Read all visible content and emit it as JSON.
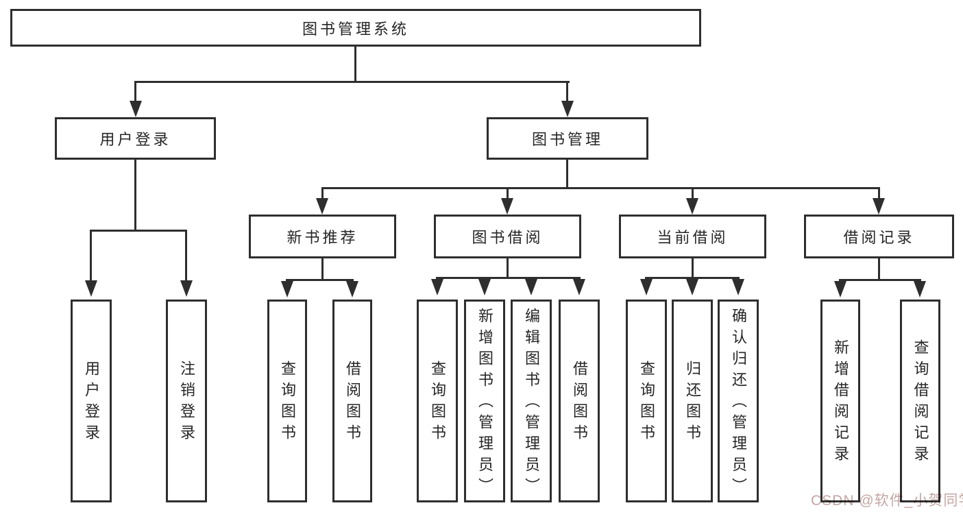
{
  "colors": {
    "background": "#ffffff",
    "box_border": "#2e2e2e",
    "connector_line": "#2e2e2e",
    "text": "#262626",
    "watermark": "#b99694"
  },
  "nodes": {
    "root": {
      "label": "图书管理系统"
    },
    "level2": [
      {
        "label": "用户登录"
      },
      {
        "label": "图书管理"
      }
    ],
    "level3": [
      {
        "label": "新书推荐"
      },
      {
        "label": "图书借阅"
      },
      {
        "label": "当前借阅"
      },
      {
        "label": "借阅记录"
      }
    ],
    "leaves": [
      {
        "label": "用户登录"
      },
      {
        "label": "注销登录"
      },
      {
        "label": "查询图书"
      },
      {
        "label": "借阅图书"
      },
      {
        "label": "查询图书"
      },
      {
        "label": "新增图书（管理员）"
      },
      {
        "label": "编辑图书（管理员）"
      },
      {
        "label": "借阅图书"
      },
      {
        "label": "查询图书"
      },
      {
        "label": "归还图书"
      },
      {
        "label": "确认归还（管理员）"
      },
      {
        "label": "新增借阅记录"
      },
      {
        "label": "查询借阅记录"
      }
    ]
  },
  "watermark": {
    "text": "CSDN @软件_小贺同学"
  }
}
